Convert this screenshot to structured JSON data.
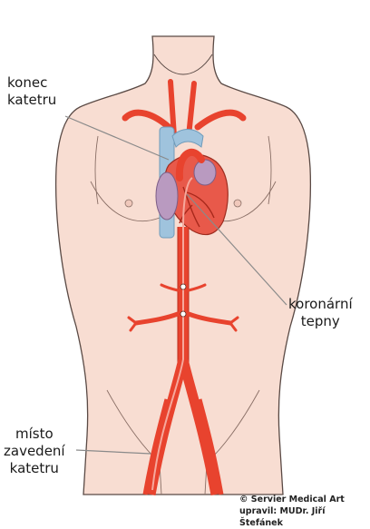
{
  "labels": {
    "catheter_tip": "konec\nkatetru",
    "coronary_arteries": "koronární\ntepny",
    "insertion_site": "místo\nzavedení\nkatetru"
  },
  "credits": {
    "line1": "© Servier Medical Art",
    "line2": "upravil: MUDr. Jiří Štefánek"
  },
  "colors": {
    "skin": "#f8ddd2",
    "skin_outline": "#5a4a45",
    "artery": "#e8432e",
    "artery_dark": "#b12a1c",
    "vein": "#9fc3dd",
    "atrium": "#b99ac0",
    "heart": "#e8594a",
    "leader": "#8a8a8a"
  }
}
